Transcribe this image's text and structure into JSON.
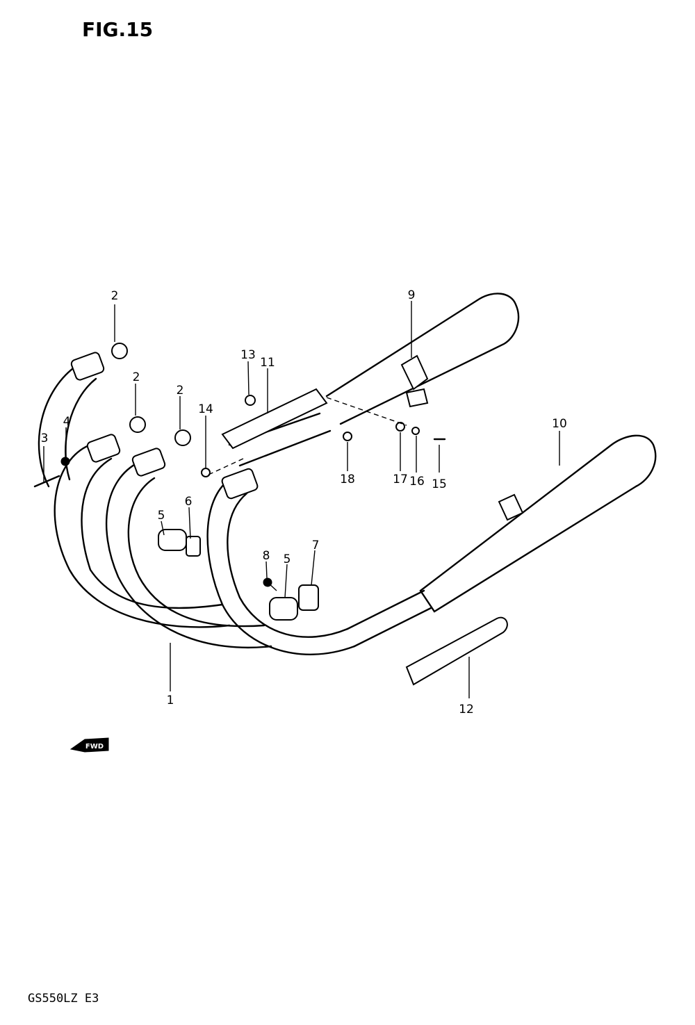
{
  "figure": {
    "title": "FIG.15",
    "model_code": "GS550LZ E3",
    "direction_arrow_label": "FWD"
  },
  "callouts": [
    {
      "id": "c1",
      "text": "1"
    },
    {
      "id": "c2a",
      "text": "2"
    },
    {
      "id": "c2b",
      "text": "2"
    },
    {
      "id": "c2c",
      "text": "2"
    },
    {
      "id": "c3",
      "text": "3"
    },
    {
      "id": "c4",
      "text": "4"
    },
    {
      "id": "c5a",
      "text": "5"
    },
    {
      "id": "c5b",
      "text": "5"
    },
    {
      "id": "c6",
      "text": "6"
    },
    {
      "id": "c7",
      "text": "7"
    },
    {
      "id": "c8",
      "text": "8"
    },
    {
      "id": "c9",
      "text": "9"
    },
    {
      "id": "c10",
      "text": "10"
    },
    {
      "id": "c11",
      "text": "11"
    },
    {
      "id": "c12",
      "text": "12"
    },
    {
      "id": "c13",
      "text": "13"
    },
    {
      "id": "c14",
      "text": "14"
    },
    {
      "id": "c15",
      "text": "15"
    },
    {
      "id": "c16",
      "text": "16"
    },
    {
      "id": "c17",
      "text": "17"
    },
    {
      "id": "c18",
      "text": "18"
    }
  ]
}
